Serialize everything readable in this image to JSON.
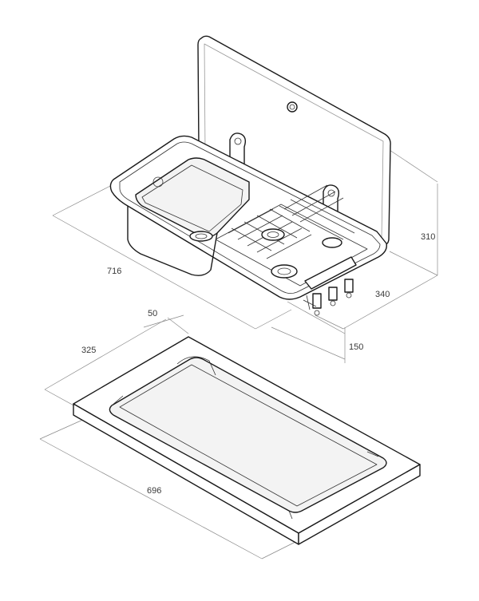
{
  "dimensions": {
    "sink_width": "716",
    "lid_height": "310",
    "sink_depth": "340",
    "sink_height": "150",
    "cutout_flange": "50",
    "cutout_depth": "325",
    "cutout_width": "696"
  },
  "colors": {
    "line": "#1a1a1a",
    "dimension_line": "#8a8a8a",
    "background": "#ffffff"
  }
}
